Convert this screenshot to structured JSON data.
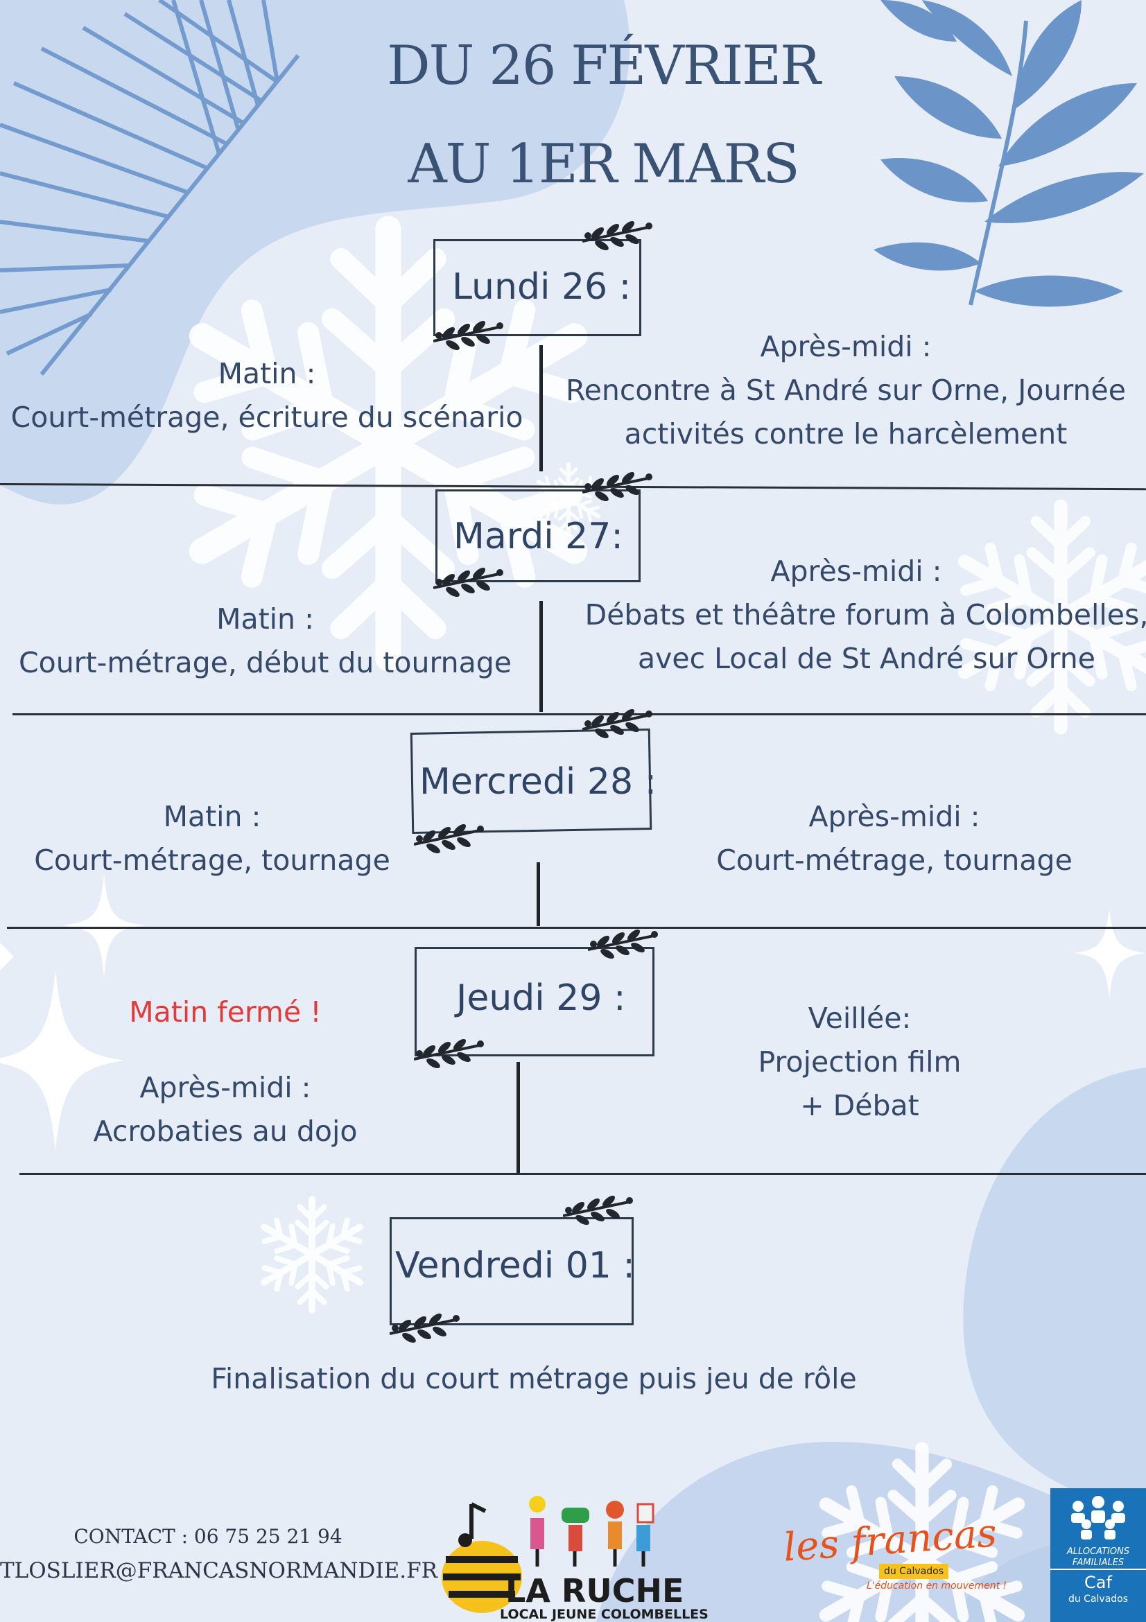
{
  "header": {
    "title_line1": "DU 26 FÉVRIER",
    "title_line2": "AU 1ER MARS"
  },
  "days": {
    "lundi": {
      "label": "Lundi 26 :",
      "morning_title": "Matin :",
      "morning_text": "Court-métrage, écriture du scénario",
      "afternoon_title": "Après-midi :",
      "afternoon_line1": "Rencontre à St André sur Orne, Journée",
      "afternoon_line2": "activités contre le harcèlement"
    },
    "mardi": {
      "label": "Mardi 27:",
      "morning_title": "Matin :",
      "morning_text": "Court-métrage, début du tournage",
      "afternoon_title": "Après-midi :",
      "afternoon_line1": "Débats et théâtre forum à Colombelles,",
      "afternoon_line2": "avec Local de St André sur Orne"
    },
    "mercredi": {
      "label": "Mercredi 28 :",
      "morning_title": "Matin :",
      "morning_text": "Court-métrage, tournage",
      "afternoon_title": "Après-midi :",
      "afternoon_text": "Court-métrage, tournage"
    },
    "jeudi": {
      "label": "Jeudi 29 :",
      "closed_text": "Matin fermé !",
      "afternoon_title": "Après-midi :",
      "afternoon_text": "Acrobaties au dojo",
      "evening_title": "Veillée:",
      "evening_line1": "Projection film",
      "evening_line2": "+ Débat"
    },
    "vendredi": {
      "label": "Vendredi 01 :",
      "text": "Finalisation du court métrage puis jeu de rôle"
    }
  },
  "footer": {
    "contact": "CONTACT : 06 75 25 21 94",
    "email": "TLOSLIER@FRANCASNORMANDIE.FR",
    "ruche_name": "LA RUCHE",
    "ruche_sub": "LOCAL JEUNE COLOMBELLES",
    "francas_name": "les francas",
    "francas_sub": "du Calvados",
    "francas_tagline": "L'éducation en mouvement !",
    "caf_line1": "ALLOCATIONS",
    "caf_line2": "FAMILIALES",
    "caf_name": "Caf",
    "caf_sub": "du Calvados"
  },
  "colors": {
    "accent_blue": "#3a5273",
    "leaf_blue": "#6f98cc",
    "closed_red": "#e03a3a",
    "caf_blue": "#1a73b8",
    "francas_yellow": "#f6c21b"
  }
}
